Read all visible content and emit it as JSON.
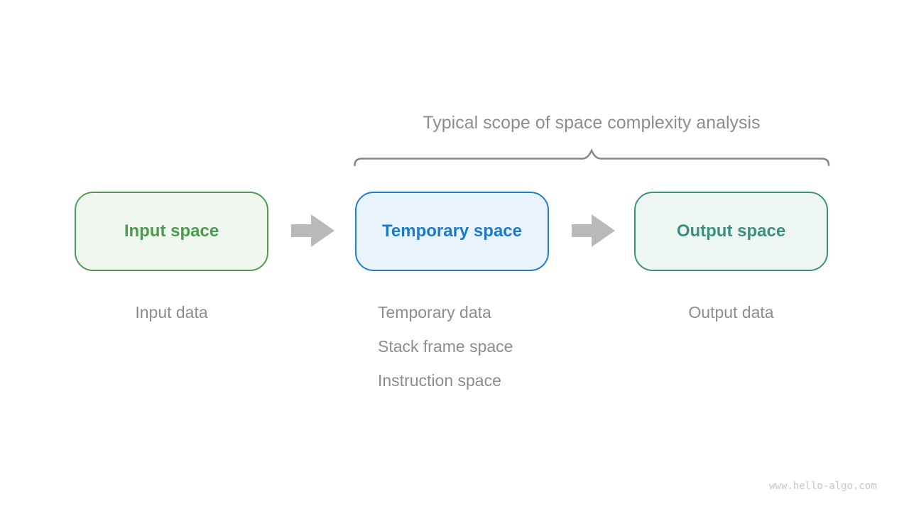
{
  "page": {
    "background": "#ffffff",
    "watermark": "www.hello-algo.com",
    "watermark_color": "#c7c7c7"
  },
  "title": {
    "text": "Typical scope of space complexity analysis",
    "color": "#8d8d8d"
  },
  "brace": {
    "color": "#858585",
    "spans_boxes": [
      "Temporary space",
      "Output space"
    ]
  },
  "diagram": {
    "arrow_color": "#b9b9b9",
    "annotation_color": "#8d8d8d",
    "boxes": [
      {
        "id": "input-space",
        "label": "Input space",
        "border_color": "#4f9b53",
        "fill_color": "#f0f7ef",
        "text_color": "#4a9a50"
      },
      {
        "id": "temporary-space",
        "label": "Temporary space",
        "border_color": "#1c7fd1",
        "fill_color": "#e9f3fc",
        "text_color": "#1b7ac9"
      },
      {
        "id": "output-space",
        "label": "Output space",
        "border_color": "#3b9183",
        "fill_color": "#edf6f2",
        "text_color": "#3a9080"
      }
    ],
    "annotations": [
      {
        "box": "input-space",
        "lines": [
          "Input data"
        ]
      },
      {
        "box": "temporary-space",
        "lines": [
          "Temporary data",
          "Stack frame space",
          "Instruction space"
        ]
      },
      {
        "box": "output-space",
        "lines": [
          "Output data"
        ]
      }
    ]
  }
}
